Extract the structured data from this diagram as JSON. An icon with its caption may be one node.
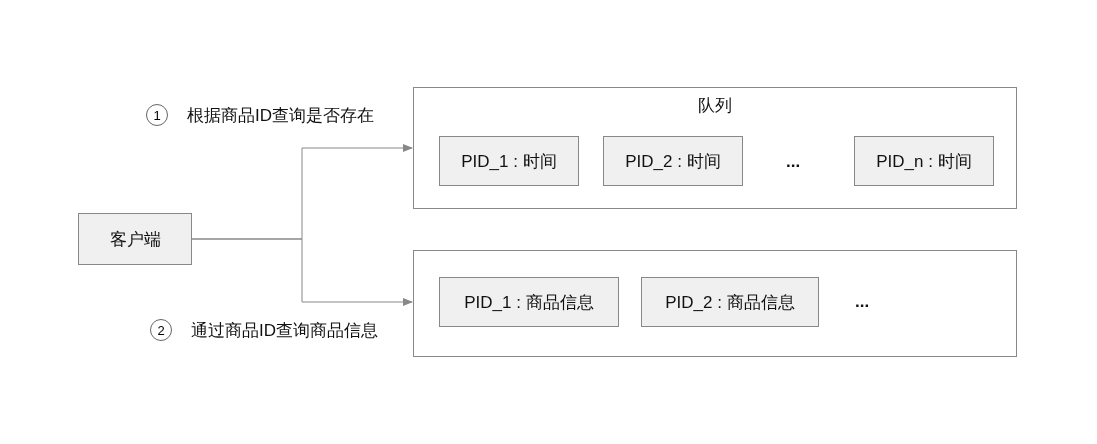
{
  "diagram": {
    "nodes": [
      {
        "text": [
          "客户端"
        ]
      },
      {
        "text": [
          "队列"
        ]
      },
      {
        "text": [
          "PID_1 : 时间"
        ],
        "in": 1
      },
      {
        "text": [
          "PID_2 : 时间"
        ],
        "in": 1
      },
      {
        "text": [
          "PID_n : 时间"
        ],
        "in": 1
      },
      {
        "text": [],
        "shape": "box"
      },
      {
        "text": [
          "PID_1 : 商品信息"
        ],
        "in": 5
      },
      {
        "text": [
          "PID_2 : 商品信息"
        ],
        "in": 5
      }
    ],
    "edges": [
      {
        "from": 0,
        "to": 1,
        "arrow": "to",
        "label": "根据商品ID查询是否存在"
      },
      {
        "from": 0,
        "to": 5,
        "arrow": "to",
        "label": "通过商品ID查询商品信息"
      }
    ],
    "labels": [
      "1",
      "2",
      "...",
      "..."
    ]
  }
}
